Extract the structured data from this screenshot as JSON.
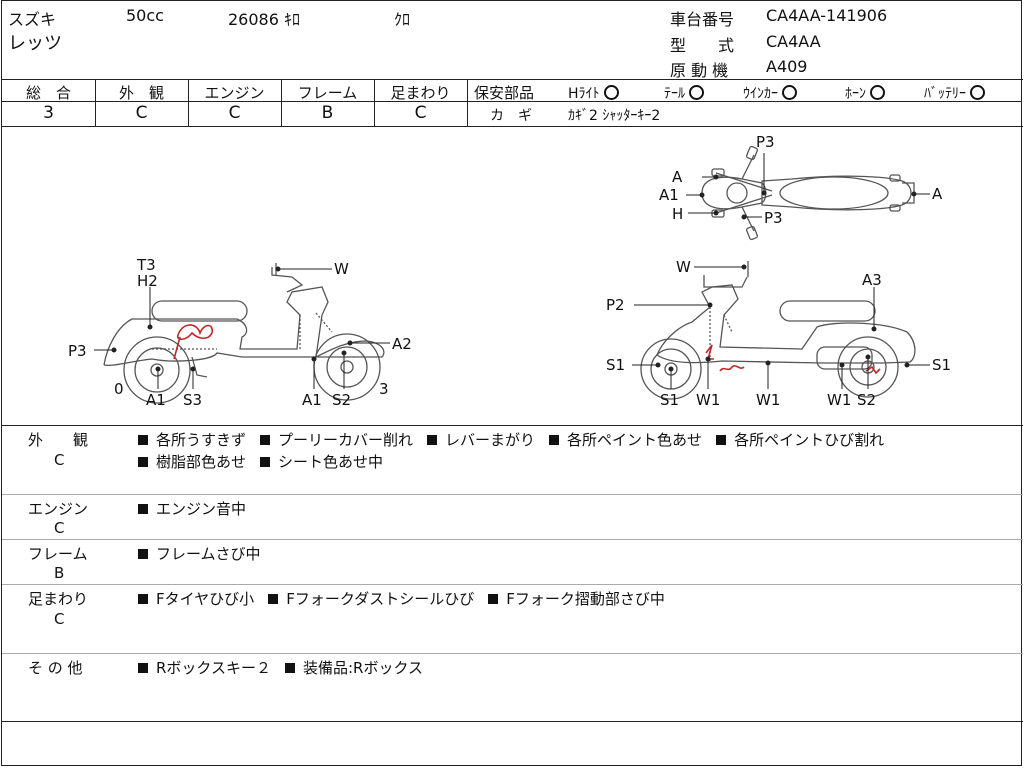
{
  "header": {
    "maker": "スズキ",
    "displacement": "50cc",
    "mileage": "26086 ｷﾛ",
    "color": "ｸﾛ",
    "model_name": "レッツ",
    "frame_label": "車台番号",
    "frame_value": "CA4AA-141906",
    "type_label": "型　　式",
    "type_value": "CA4AA",
    "engine_label": "原 動 機",
    "engine_value": "A409"
  },
  "scores": [
    {
      "label": "総　合",
      "value": "3"
    },
    {
      "label": "外　観",
      "value": "C"
    },
    {
      "label": "エンジン",
      "value": "C"
    },
    {
      "label": "フレーム",
      "value": "B"
    },
    {
      "label": "足まわり",
      "value": "C"
    }
  ],
  "safety": {
    "title": "保安部品",
    "items": [
      {
        "label": "Hﾗｲﾄ",
        "status_icon": "ok-circle"
      },
      {
        "label": "ﾃｰﾙ",
        "status_icon": "ok-circle"
      },
      {
        "label": "ｳｲﾝｶｰ",
        "status_icon": "ok-circle"
      },
      {
        "label": "ﾎｰﾝ",
        "status_icon": "ok-circle"
      },
      {
        "label": "ﾊﾞｯﾃﾘｰ",
        "status_icon": "ok-circle"
      }
    ],
    "key_label": "カ　ギ",
    "key_value": "ｶｷﾞ2 ｼｬｯﾀｰｷｰ2"
  },
  "diagram": {
    "top_view": [
      "P3",
      "A",
      "A1",
      "H",
      "P3",
      "A"
    ],
    "left_view": [
      "T3",
      "H2",
      "W",
      "P3",
      "A2",
      "0",
      "3",
      "A1",
      "S3",
      "A1",
      "S2"
    ],
    "right_view": [
      "W",
      "A3",
      "P2",
      "S1",
      "S1",
      "S1",
      "W1",
      "W1",
      "W1",
      "S2"
    ]
  },
  "sections": [
    {
      "title": "外　　観",
      "grade": "C",
      "items": [
        "各所うすきず",
        "プーリーカバー削れ",
        "レバーまがり",
        "各所ペイント色あせ",
        "各所ペイントひび割れ",
        "樹脂部色あせ",
        "シート色あせ中"
      ]
    },
    {
      "title": "エンジン",
      "grade": "C",
      "items": [
        "エンジン音中"
      ]
    },
    {
      "title": "フレーム",
      "grade": "B",
      "items": [
        "フレームさび中"
      ]
    },
    {
      "title": "足まわり",
      "grade": "C",
      "items": [
        "Fタイヤひび小",
        "Fフォークダストシールひび",
        "Fフォーク摺動部さび中"
      ]
    },
    {
      "title": "そ の 他",
      "grade": "",
      "items": [
        "Rボックスキー２",
        "装備品:Rボックス"
      ]
    }
  ]
}
